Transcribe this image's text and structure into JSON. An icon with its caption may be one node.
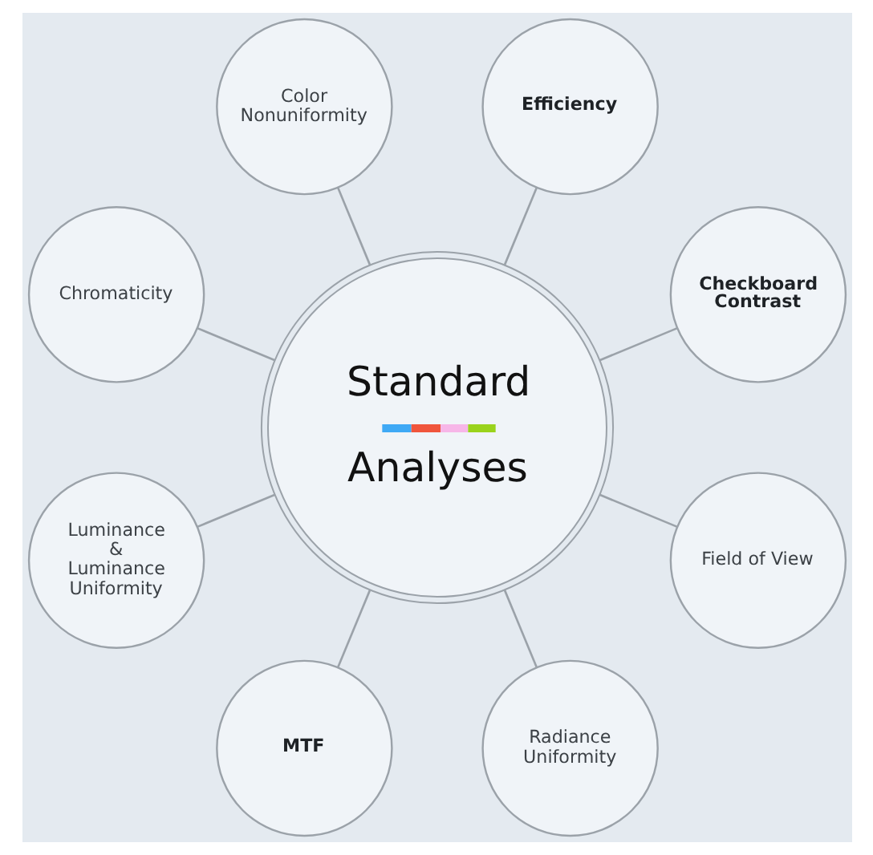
{
  "diagram": {
    "nodes": [
      {
        "text": [
          "Standard",
          "Analyses"
        ]
      },
      {
        "text": [
          "Efficiency"
        ]
      },
      {
        "text": [
          "Checkboard Contrast"
        ]
      },
      {
        "text": [
          "Field of View"
        ]
      },
      {
        "text": [
          "Radiance Uniformity"
        ]
      },
      {
        "text": [
          "MTF"
        ]
      },
      {
        "text": [
          "Luminance & Luminance Uniformity"
        ]
      },
      {
        "text": [
          "Chromaticity"
        ]
      },
      {
        "text": [
          "Color Nonuniformity"
        ]
      }
    ],
    "edges": [
      {
        "from": 0,
        "to": 1,
        "arrow": "none"
      },
      {
        "from": 0,
        "to": 2,
        "arrow": "none"
      },
      {
        "from": 0,
        "to": 3,
        "arrow": "none"
      },
      {
        "from": 0,
        "to": 4,
        "arrow": "none"
      },
      {
        "from": 0,
        "to": 5,
        "arrow": "none"
      },
      {
        "from": 0,
        "to": 6,
        "arrow": "none"
      },
      {
        "from": 0,
        "to": 7,
        "arrow": "none"
      },
      {
        "from": 0,
        "to": 8,
        "arrow": "none"
      }
    ]
  }
}
